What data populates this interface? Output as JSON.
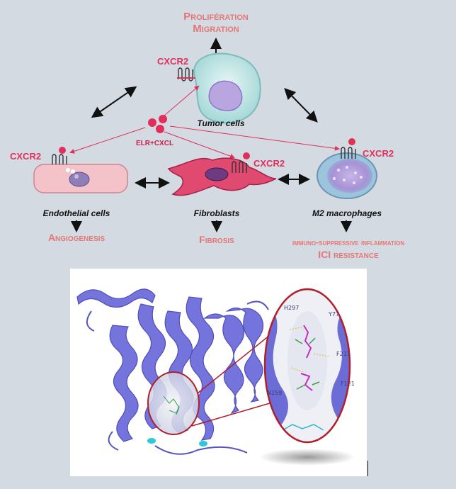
{
  "top_outcome": {
    "line1": "Prolifération",
    "line2": "Migration"
  },
  "tumor": {
    "receptor": "CXCR2",
    "label": "Tumor cells"
  },
  "ligand": {
    "label": "ELR+CXCL"
  },
  "endothelial": {
    "receptor": "CXCR2",
    "label": "Endothelial cells",
    "outcome": "Angiogenesis"
  },
  "fibroblast": {
    "receptor": "CXCR2",
    "label": "Fibroblasts",
    "outcome": "Fibrosis"
  },
  "macrophage": {
    "receptor": "CXCR2",
    "label": "M2 macrophages",
    "outcome_line1": "immuno-suppressive inflammation",
    "outcome_line2": "ICI resistance"
  },
  "protein_panel": {
    "residues": [
      "H297",
      "Y77",
      "F211",
      "N259",
      "F121"
    ]
  },
  "colors": {
    "background": "#d4dae2",
    "outcome_text": "#e57777",
    "receptor_text": "#e0305a",
    "protein": "#6e6ed8",
    "zoom_ring": "#b01f2a"
  }
}
